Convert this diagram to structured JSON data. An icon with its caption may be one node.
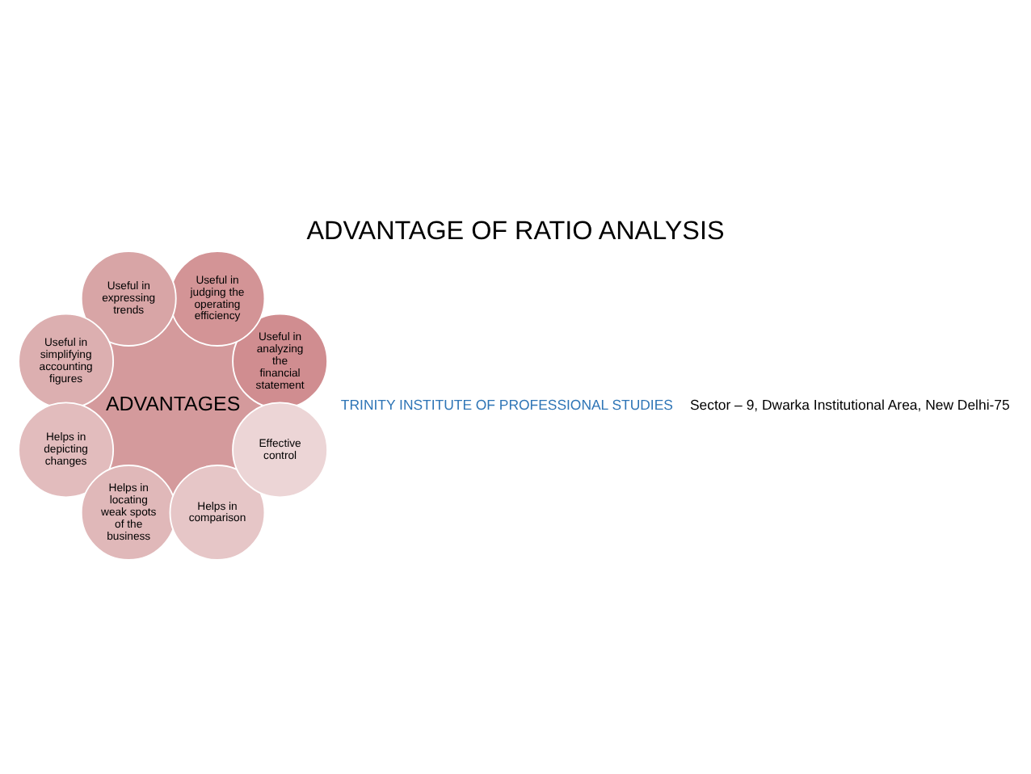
{
  "diagram": {
    "title": "ADVANTAGE OF RATIO ANALYSIS",
    "nodes": [
      {
        "text": [
          "ADVANTAGES"
        ]
      },
      {
        "text": [
          "Useful in analyzing the financial statement"
        ]
      },
      {
        "text": [
          "Useful in judging the operating efficiency"
        ]
      },
      {
        "text": [
          "Useful in expressing trends"
        ]
      },
      {
        "text": [
          "Useful in simplifying accounting figures"
        ]
      },
      {
        "text": [
          "Helps in depicting changes"
        ]
      },
      {
        "text": [
          "Helps in locating weak spots of the business"
        ]
      },
      {
        "text": [
          "Helps in comparison"
        ]
      },
      {
        "text": [
          "Effective control"
        ]
      }
    ],
    "edges": [],
    "labels": [
      "TRINITY INSTITUTE OF PROFESSIONAL STUDIES",
      "Sector – 9, Dwarka Institutional Area, New Delhi-75"
    ]
  }
}
